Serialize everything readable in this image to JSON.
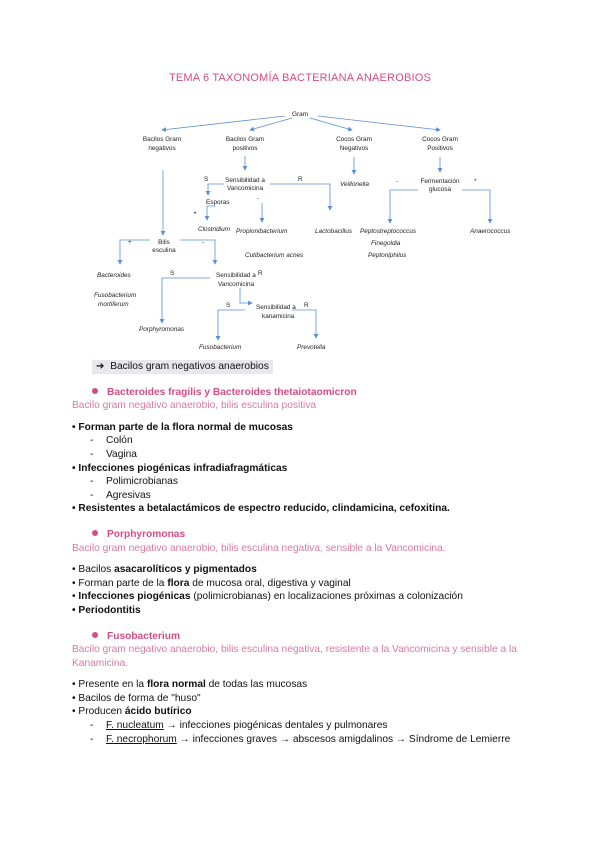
{
  "title": "TEMA 6 TAXONOMÍA BACTERIANA ANAEROBIOS",
  "diagram": {
    "root": "Gram",
    "l1": {
      "bgn": [
        "Bacilos Gram",
        "negativos"
      ],
      "bgp": [
        "Bacilos Gram",
        "positivos"
      ],
      "cgn": [
        "Cocos Gram",
        "Negativos"
      ],
      "cgp": [
        "Cocos Gram",
        "Positivos"
      ]
    },
    "sens_vanco_1": [
      "Sensibilidad a",
      "Vancomicina"
    ],
    "s1": "S",
    "r1": "R",
    "esporas": "Esporas",
    "star1": "•",
    "dash1": "-",
    "clostridium": "Clostridium",
    "propioni": "Propionibacterium",
    "cutibacterium": "Cutibacterium acnes",
    "lactobacillus": "Lactobacillus",
    "veillonella": "Veillonella",
    "ferment": [
      "Fermentación",
      "glucosa"
    ],
    "dash2": "-",
    "star2": "*",
    "pepto": "Peptostreptococcus",
    "finegoldia": "Finegoldia",
    "peptoniphilus": "Peptoniphilus",
    "anaerococcus": "Anaerococcus",
    "bilis": [
      "Bilis",
      "esculina"
    ],
    "bilis_pos": "+",
    "bilis_neg": "-",
    "bacteroides": "Bacteroides",
    "fuso_mort": [
      "Fusobacterium",
      "mortiferum"
    ],
    "s2": "S",
    "r2": "R",
    "sens_vanco_2": [
      "Sensibilidad a",
      "Vancomicina"
    ],
    "porphyromonas": "Porphyromonas",
    "s3": "S",
    "r3": "R",
    "sens_kana": [
      "Sensibilidad a",
      "kanamicina"
    ],
    "fusobacterium": "Fusobacterium",
    "prevotella": "Prevotella"
  },
  "section_heading": "Bacilos gram negativos anaerobios",
  "section_arrow": "➔",
  "bacteroides": {
    "heading": "Bacteroides fragilis y Bacteroides thetaiotaomicron",
    "desc": "Bacilo gram negativo anaerobio, bilis esculina positiva",
    "items": [
      "Forman parte de la flora normal de mucosas",
      "Infecciones piogénicas infradiafragmáticas",
      "Resistentes a betalactámicos de espectro reducido, clindamicina, cefoxitina."
    ],
    "sub1": [
      "Colón",
      "Vagina"
    ],
    "sub2": [
      "Polimicrobianas",
      "Agresivas"
    ]
  },
  "porphyromonas": {
    "heading": "Porphyromonas",
    "desc": "Bacilo gram negativo anaerobio, bilis esculina negativa, sensible a la Vancomicina.",
    "l1a": "Bacilos ",
    "l1b": "asacarolíticos y pigmentados",
    "l2a": "Forman parte de la ",
    "l2b": "flora",
    "l2c": " de mucosa oral, digestiva y vaginal",
    "l3a": "Infecciones piogénicas",
    "l3b": " (polimicrobianas) en localizaciones próximas a colonización",
    "l4": "Periodontitis"
  },
  "fusobacterium": {
    "heading": "Fusobacterium",
    "desc": "Bacilo gram negativo anaerobio, bilis esculina negativa, resistente a la Vancomicina y sensible a la Kanamicina.",
    "l1a": "Presente en la ",
    "l1b": "flora normal",
    "l1c": " de todas las mucosas",
    "l2": "Bacilos de forma de \"huso\"",
    "l3a": "Producen ",
    "l3b": "ácido butírico",
    "s1a": "F. nucleatum",
    "s1b": " → infecciones piogénicas dentales y pulmonares",
    "s2a": "F. necrophorum",
    "s2b": " → infecciones graves → abscesos amigdalinos → Síndrome de Lemierre"
  },
  "colors": {
    "pink": "#d14f86",
    "pink_light": "#d67aa3",
    "edge_blue": "#5b8fd6"
  }
}
